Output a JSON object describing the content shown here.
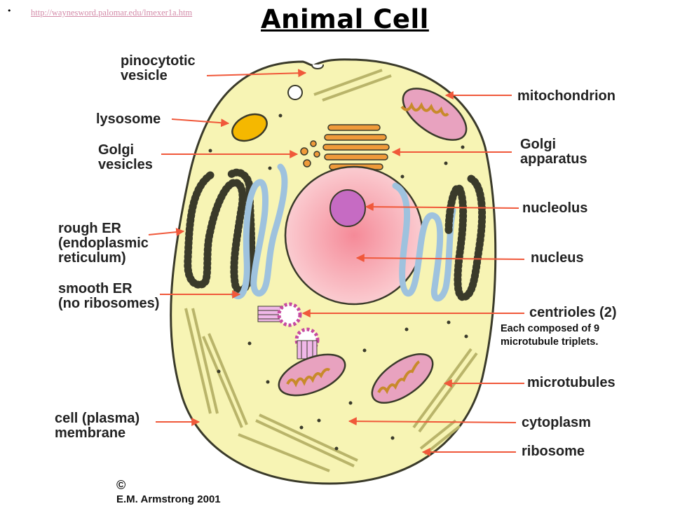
{
  "slide": {
    "bullet": "•",
    "source_link": "http://waynesword.palomar.edu/lmexer1a.htm",
    "title": "Animal Cell"
  },
  "labels": {
    "left": [
      "pinocytotic\nvesicle",
      "lysosome",
      "Golgi\nvesicles",
      "rough ER\n(endoplasmic\nreticulum)",
      "smooth ER\n(no ribosomes)",
      "cell (plasma)\nmembrane"
    ],
    "right": [
      "mitochondrion",
      "Golgi\napparatus",
      "nucleolus",
      "nucleus",
      "centrioles (2)",
      "microtubules",
      "cytoplasm",
      "ribosome"
    ],
    "centrioles_note": "Each composed of 9\nmicrotubule triplets."
  },
  "credit": {
    "symbol": "©",
    "text": "E.M. Armstrong 2001"
  },
  "colors": {
    "cytoplasm": "#f7f4b4",
    "membrane": "#3a3a2a",
    "nucleus": "#f7a8b0",
    "nucleolus": "#c66bc3",
    "er": "#9ec2de",
    "golgi": "#ef9a3a",
    "mitochondrion": "#e8a2bf",
    "lysosome": "#f5b800",
    "arrow": "#f0583a"
  }
}
